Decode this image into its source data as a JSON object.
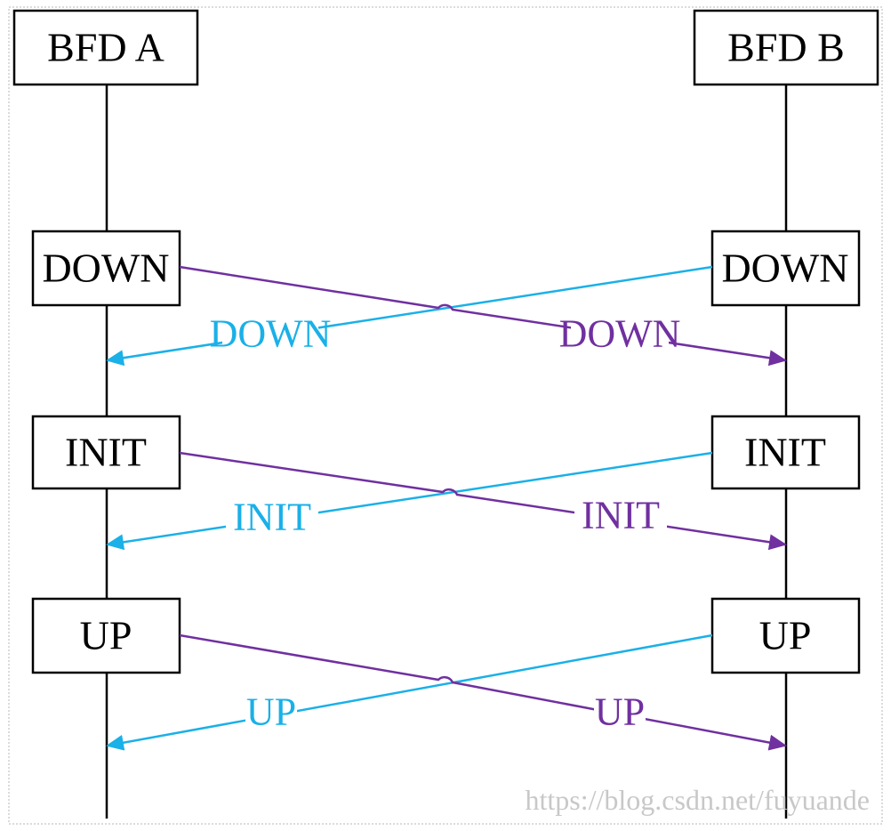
{
  "participants": {
    "a": "BFD A",
    "b": "BFD B"
  },
  "states": [
    {
      "a": "DOWN",
      "b": "DOWN"
    },
    {
      "a": "INIT",
      "b": "INIT"
    },
    {
      "a": "UP",
      "b": "UP"
    }
  ],
  "messages": [
    {
      "to_a": "DOWN",
      "to_b": "DOWN"
    },
    {
      "to_a": "INIT",
      "to_b": "INIT"
    },
    {
      "to_a": "UP",
      "to_b": "UP"
    }
  ],
  "colors": {
    "to_a": "#1ab0e8",
    "to_b": "#7030a0"
  },
  "watermark": "https://blog.csdn.net/fuyuande"
}
